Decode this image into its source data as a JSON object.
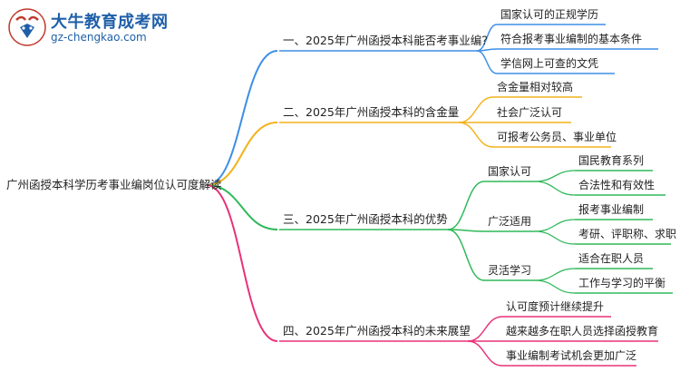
{
  "logo": {
    "name": "大牛教育成考网",
    "url": "gz-chengkao.com"
  },
  "root": {
    "label": "广州函授本科学历考事业编岗位认可度解读"
  },
  "branches": [
    {
      "label": "一、2025年广州函授本科能否考事业编？",
      "color": "#3d8ee6",
      "children": [
        {
          "label": "国家认可的正规学历"
        },
        {
          "label": "符合报考事业编制的基本条件"
        },
        {
          "label": "学信网上可查的文凭"
        }
      ]
    },
    {
      "label": "二、2025年广州函授本科的含金量",
      "color": "#f2b21c",
      "children": [
        {
          "label": "含金量相对较高"
        },
        {
          "label": "社会广泛认可"
        },
        {
          "label": "可报考公务员、事业单位"
        }
      ]
    },
    {
      "label": "三、2025年广州函授本科的优势",
      "color": "#2fb85a",
      "children": [
        {
          "label": "国家认可",
          "children": [
            {
              "label": "国民教育系列"
            },
            {
              "label": "合法性和有效性"
            }
          ]
        },
        {
          "label": "广泛适用",
          "children": [
            {
              "label": "报考事业编制"
            },
            {
              "label": "考研、评职称、求职"
            }
          ]
        },
        {
          "label": "灵活学习",
          "children": [
            {
              "label": "适合在职人员"
            },
            {
              "label": "工作与学习的平衡"
            }
          ]
        }
      ]
    },
    {
      "label": "四、2025年广州函授本科的未来展望",
      "color": "#e8327a",
      "children": [
        {
          "label": "认可度预计继续提升"
        },
        {
          "label": "越来越多在职人员选择函授教育"
        },
        {
          "label": "事业编制考试机会更加广泛"
        }
      ]
    }
  ]
}
